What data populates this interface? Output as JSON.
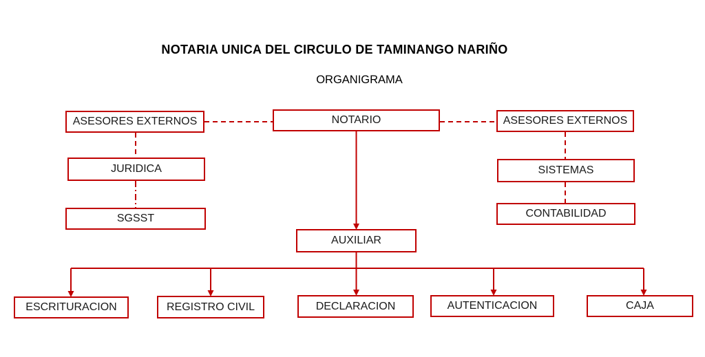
{
  "header": {
    "title": "NOTARIA UNICA DEL CIRCULO DE TAMINANGO NARIÑO",
    "subtitle": "ORGANIGRAMA"
  },
  "colors": {
    "accent": "#c00000",
    "box_background": "#ffffff",
    "text": "#1a1a1a",
    "title_text": "#000000"
  },
  "nodes": {
    "asesores_left": {
      "label": "ASESORES EXTERNOS"
    },
    "notario": {
      "label": "NOTARIO"
    },
    "asesores_right": {
      "label": "ASESORES EXTERNOS"
    },
    "juridica": {
      "label": "JURIDICA"
    },
    "sgsst": {
      "label": "SGSST"
    },
    "sistemas": {
      "label": "SISTEMAS"
    },
    "contabilidad": {
      "label": "CONTABILIDAD"
    },
    "auxiliar": {
      "label": "AUXILIAR"
    },
    "escrituracion": {
      "label": "ESCRITURACION"
    },
    "registro_civil": {
      "label": "REGISTRO CIVIL"
    },
    "declaracion": {
      "label": "DECLARACION"
    },
    "autenticacion": {
      "label": "AUTENTICACION"
    },
    "caja": {
      "label": "CAJA"
    }
  },
  "edges": [
    {
      "from": "asesores_left",
      "to": "notario",
      "style": "dashed"
    },
    {
      "from": "notario",
      "to": "asesores_right",
      "style": "dashed"
    },
    {
      "from": "asesores_left",
      "to": "juridica",
      "style": "dashed"
    },
    {
      "from": "juridica",
      "to": "sgsst",
      "style": "dash-dot"
    },
    {
      "from": "asesores_right",
      "to": "sistemas",
      "style": "dashed"
    },
    {
      "from": "sistemas",
      "to": "contabilidad",
      "style": "dashed"
    },
    {
      "from": "notario",
      "to": "auxiliar",
      "style": "solid-arrow"
    },
    {
      "from": "auxiliar",
      "to": "escrituracion",
      "style": "solid-arrow"
    },
    {
      "from": "auxiliar",
      "to": "registro_civil",
      "style": "solid-arrow"
    },
    {
      "from": "auxiliar",
      "to": "declaracion",
      "style": "solid-arrow"
    },
    {
      "from": "auxiliar",
      "to": "autenticacion",
      "style": "solid-arrow"
    },
    {
      "from": "auxiliar",
      "to": "caja",
      "style": "solid-arrow"
    }
  ]
}
